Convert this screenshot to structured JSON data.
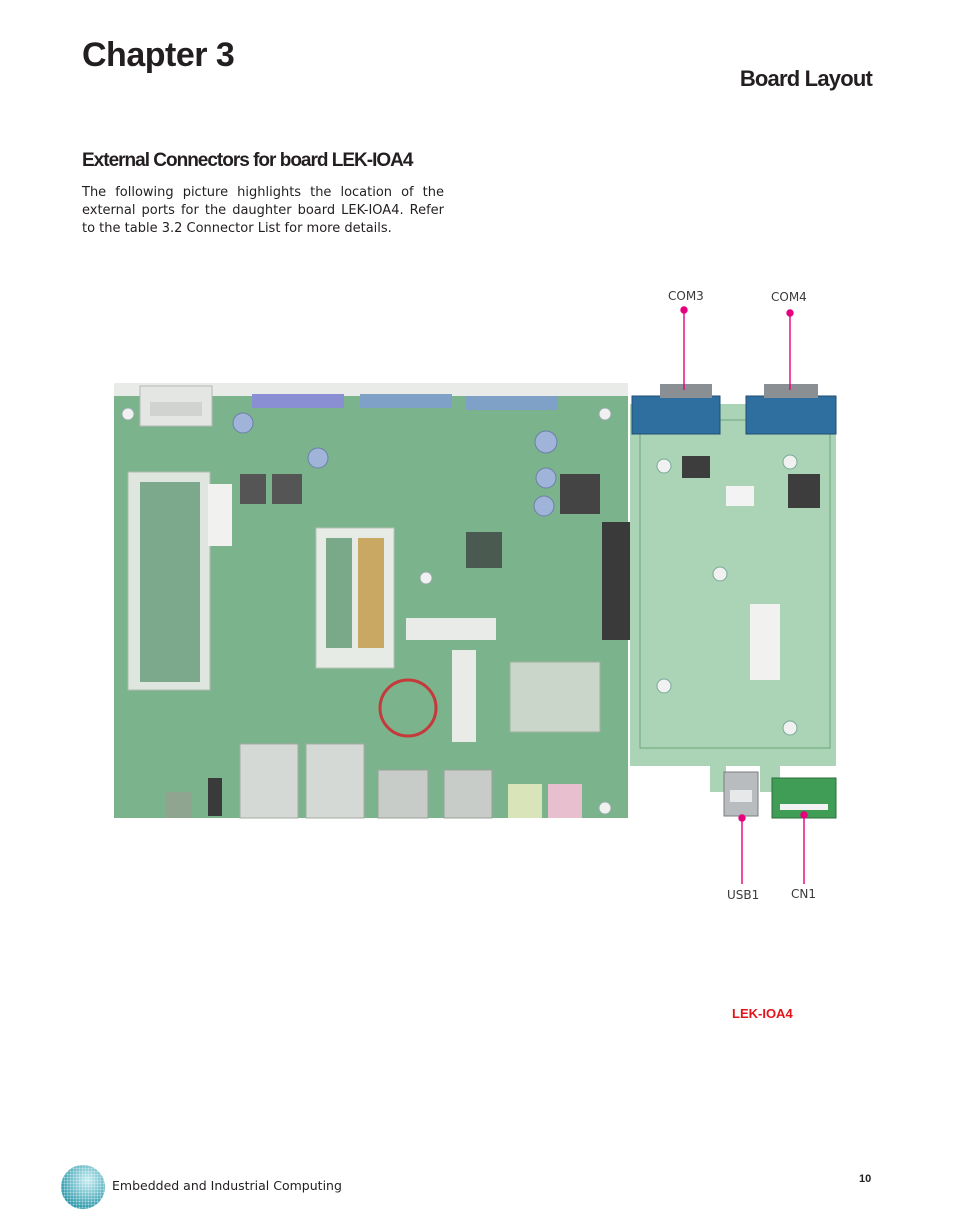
{
  "header": {
    "chapter": "Chapter 3",
    "section": "Board Layout"
  },
  "content": {
    "subtitle": "External Connectors for board LEK-IOA4",
    "paragraph": "The following picture highlights the location of the external ports for the daughter board LEK-IOA4. Refer to the table 3.2 Connector List for more details."
  },
  "figure": {
    "callouts": {
      "com3": "COM3",
      "com4": "COM4",
      "usb1": "USB1",
      "cn1": "CN1"
    },
    "board_label": "LEK-IOA4",
    "callout_color": "#e6007e",
    "pcb_color_main": "#4a9e6a",
    "pcb_color_daughter": "#7fbf8f"
  },
  "footer": {
    "tagline": "Embedded and Industrial Computing",
    "page_number": "10"
  }
}
